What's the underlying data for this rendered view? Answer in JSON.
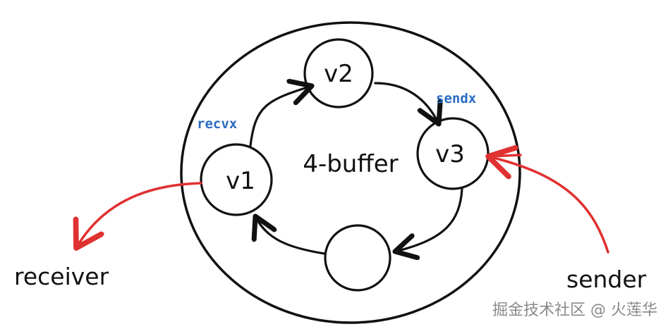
{
  "diagram": {
    "center_label": "4-buffer",
    "nodes": [
      {
        "id": "v1",
        "label": "v1"
      },
      {
        "id": "v2",
        "label": "v2"
      },
      {
        "id": "v3",
        "label": "v3"
      },
      {
        "id": "empty",
        "label": ""
      }
    ],
    "pointers": {
      "recvx": "recvx",
      "sendx": "sendx"
    },
    "actors": {
      "receiver": "receiver",
      "sender": "sender"
    },
    "colors": {
      "stroke": "#111111",
      "pointer_text": "#2a6cc4",
      "actor_arrow": "#e03131",
      "watermark": "#8a8a8a"
    }
  },
  "watermark": "掘金技术社区 @ 火莲华"
}
